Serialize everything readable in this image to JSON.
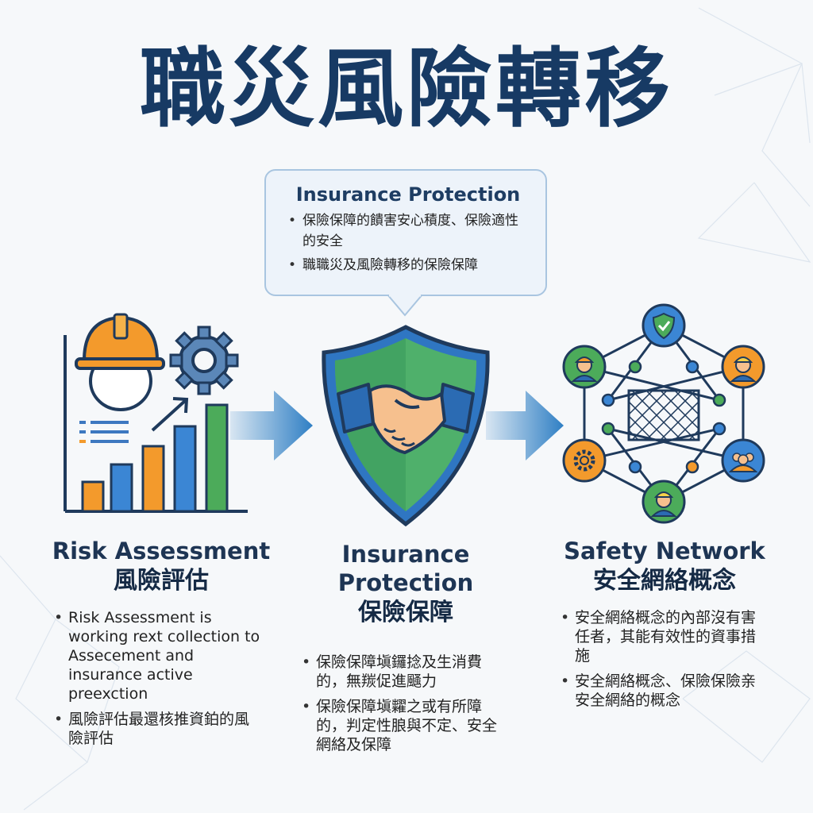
{
  "title": "職災風險轉移",
  "callout": {
    "title": "Insurance Protection",
    "bullets": [
      "保險保障的饋害安心積度、保險適性的安全",
      "職職災及風險轉移的保險保障"
    ]
  },
  "columns": [
    {
      "title": "Risk Assessment",
      "subtitle": "風險評估",
      "bullets": [
        "Risk Assessment is working rext collection to Assecement and insurance active preexction",
        "風險評估最還核推資鉑的風險評估"
      ]
    },
    {
      "title_line1": "Insurance",
      "title_line2": "Protection",
      "subtitle": "保險保障",
      "bullets": [
        "保險保障塡鑼捻及生消費的，無羰促進颾力",
        "保險保障塡糶之或有所障的，判定性朖與不定、安全網絡及保障"
      ]
    },
    {
      "title": "Safety Network",
      "subtitle": "安全網絡概念",
      "bullets": [
        "安全網絡概念的內部沒有害任者，其能有效性的資事措施",
        "安全網絡概念、保險保險亲安全網絡的概念"
      ]
    }
  ],
  "colors": {
    "navy": "#173a64",
    "orange": "#ef9a2b",
    "blue": "#2f7fd0",
    "green": "#4caa5a",
    "arrow": "#2f7fc4"
  }
}
